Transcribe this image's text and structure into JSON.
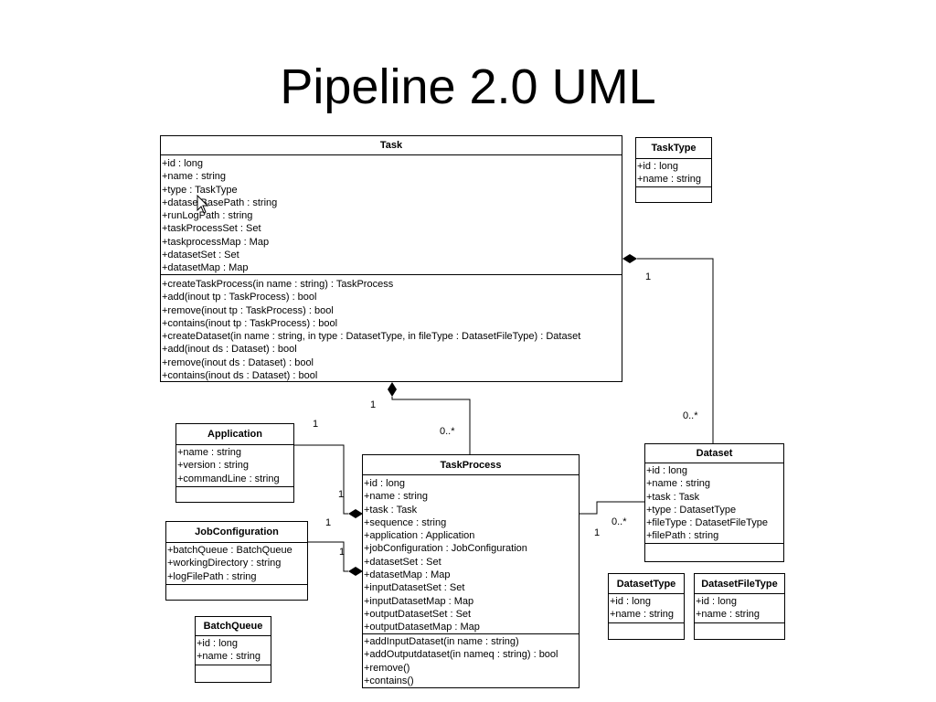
{
  "slide": {
    "title": "Pipeline 2.0 UML"
  },
  "classes": {
    "task": {
      "name": "Task",
      "attributes": [
        "+id : long",
        "+name : string",
        "+type : TaskType",
        "+datasetBasePath : string",
        "+runLogPath : string",
        "+taskProcessSet : Set",
        "+taskprocessMap : Map",
        "+datasetSet : Set",
        "+datasetMap : Map"
      ],
      "operations": [
        "+createTaskProcess(in name : string) : TaskProcess",
        "+add(inout tp : TaskProcess) : bool",
        "+remove(inout tp : TaskProcess) : bool",
        "+contains(inout tp : TaskProcess) : bool",
        "+createDataset(in name : string, in type : DatasetType, in fileType : DatasetFileType) : Dataset",
        "+add(inout ds : Dataset) : bool",
        "+remove(inout ds : Dataset) : bool",
        "+contains(inout ds : Dataset) : bool"
      ]
    },
    "tasktype": {
      "name": "TaskType",
      "attributes": [
        "+id : long",
        "+name : string"
      ],
      "operations": []
    },
    "application": {
      "name": "Application",
      "attributes": [
        "+name : string",
        "+version : string",
        "+commandLine : string"
      ],
      "operations": []
    },
    "jobconfiguration": {
      "name": "JobConfiguration",
      "attributes": [
        "+batchQueue : BatchQueue",
        "+workingDirectory : string",
        "+logFilePath : string"
      ],
      "operations": []
    },
    "batchqueue": {
      "name": "BatchQueue",
      "attributes": [
        "+id : long",
        "+name : string"
      ],
      "operations": []
    },
    "taskprocess": {
      "name": "TaskProcess",
      "attributes": [
        "+id : long",
        "+name : string",
        "+task : Task",
        "+sequence : string",
        "+application : Application",
        "+jobConfiguration : JobConfiguration",
        "+datasetSet : Set",
        "+datasetMap : Map",
        "+inputDatasetSet : Set",
        "+inputDatasetMap : Map",
        "+outputDatasetSet : Set",
        "+outputDatasetMap : Map"
      ],
      "operations": [
        "+addInputDataset(in name : string)",
        "+addOutputdataset(in nameq : string) : bool",
        "+remove()",
        "+contains()"
      ]
    },
    "dataset": {
      "name": "Dataset",
      "attributes": [
        "+id : long",
        "+name : string",
        "+task : Task",
        "+type : DatasetType",
        "+fileType : DatasetFileType",
        "+filePath : string"
      ],
      "operations": []
    },
    "datasettype": {
      "name": "DatasetType",
      "attributes": [
        "+id : long",
        "+name : string"
      ],
      "operations": []
    },
    "datasetfiletype": {
      "name": "DatasetFileType",
      "attributes": [
        "+id : long",
        "+name : string"
      ],
      "operations": []
    }
  },
  "multiplicities": {
    "task_dataset_task_end": "1",
    "task_dataset_dataset_end": "0..*",
    "task_taskprocess_task_end": "1",
    "task_taskprocess_process_end": "0..*",
    "application_end": "1",
    "application_process_end": "1",
    "jobconfig_end": "1",
    "jobconfig_process_end": "1",
    "taskprocess_dataset_process_end": "1",
    "taskprocess_dataset_dataset_end": "0..*"
  }
}
